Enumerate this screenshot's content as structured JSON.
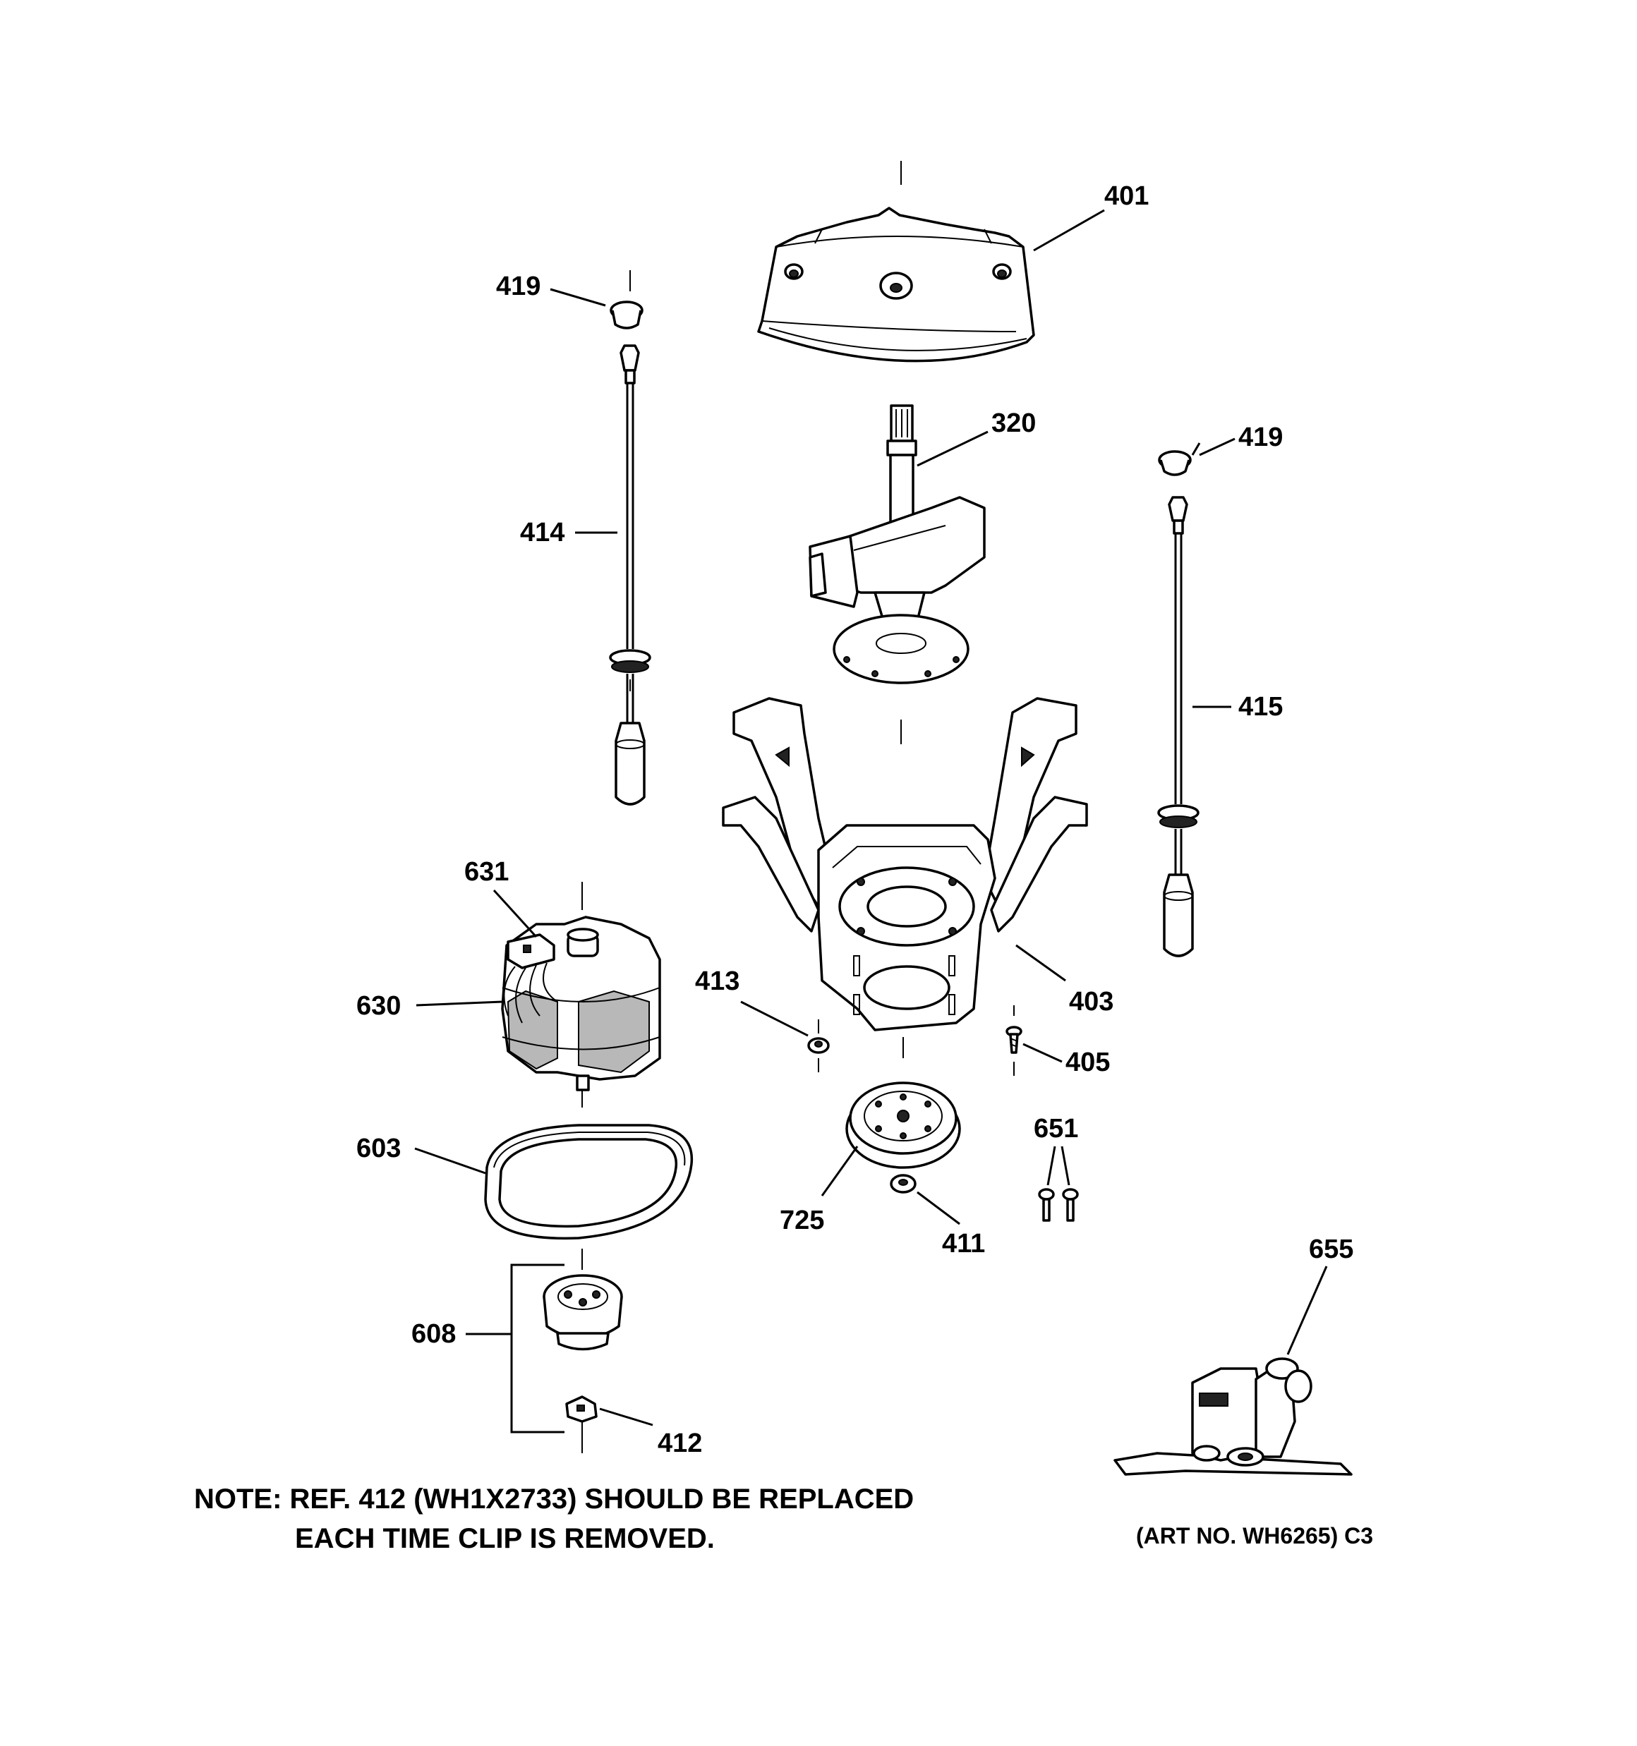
{
  "labels": {
    "p401": "401",
    "p419a": "419",
    "p419b": "419",
    "p320": "320",
    "p414": "414",
    "p415": "415",
    "p631": "631",
    "p630": "630",
    "p413": "413",
    "p403": "403",
    "p405": "405",
    "p651": "651",
    "p603": "603",
    "p725": "725",
    "p411": "411",
    "p655": "655",
    "p608": "608",
    "p412": "412"
  },
  "note": {
    "line1": "NOTE: REF. 412 (WH1X2733) SHOULD BE REPLACED",
    "line2": "EACH TIME CLIP IS REMOVED."
  },
  "art_number": "(ART NO. WH6265) C3"
}
